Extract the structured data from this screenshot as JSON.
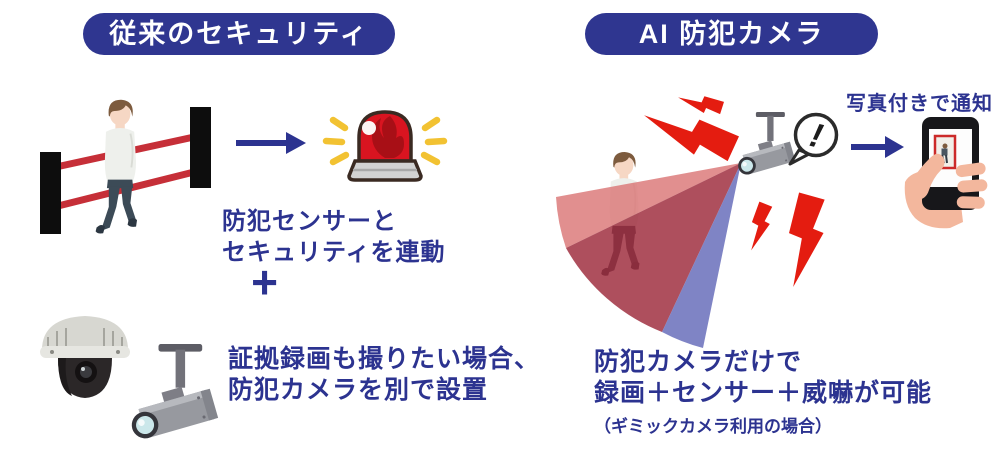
{
  "left": {
    "header": "従来のセキュリティ",
    "sensor_caption": {
      "line1": "防犯センサーと",
      "line2": "セキュリティを連動"
    },
    "plus": "+",
    "camera_caption": {
      "line1": "証拠録画も撮りたい場合、",
      "line2": "防犯カメラを別で設置"
    }
  },
  "right": {
    "header": "AI 防犯カメラ",
    "notify_label": "写真付きで通知",
    "alert_mark": "!",
    "caption": {
      "line1": "防犯カメラだけで",
      "line2": "録画＋センサー＋威嚇が可能",
      "note": "（ギミックカメラ利用の場合）"
    }
  },
  "icons": {
    "left_scene": [
      "sensor-gate",
      "laser-beams",
      "intruder-person",
      "arrow-right",
      "alarm-light"
    ],
    "left_equipment": [
      "dome-camera",
      "bullet-camera"
    ],
    "right_scene": [
      "intruder-person",
      "detection-cone",
      "alert-bolts",
      "bullet-camera",
      "alert-speech-bubble",
      "arrow-right",
      "smartphone-in-hand"
    ]
  },
  "colors": {
    "accent_navy": "#2f3690",
    "text_navy": "#2c3390",
    "beam_red": "#c62f38",
    "alarm_red": "#d91420",
    "ray_yellow": "#f2c232",
    "bolt_red": "#e41c10",
    "cone_pink": "#db7878",
    "cone_red": "#9d2b3c",
    "cone_blue": "#696fbb",
    "skin": "#f3b79d"
  }
}
